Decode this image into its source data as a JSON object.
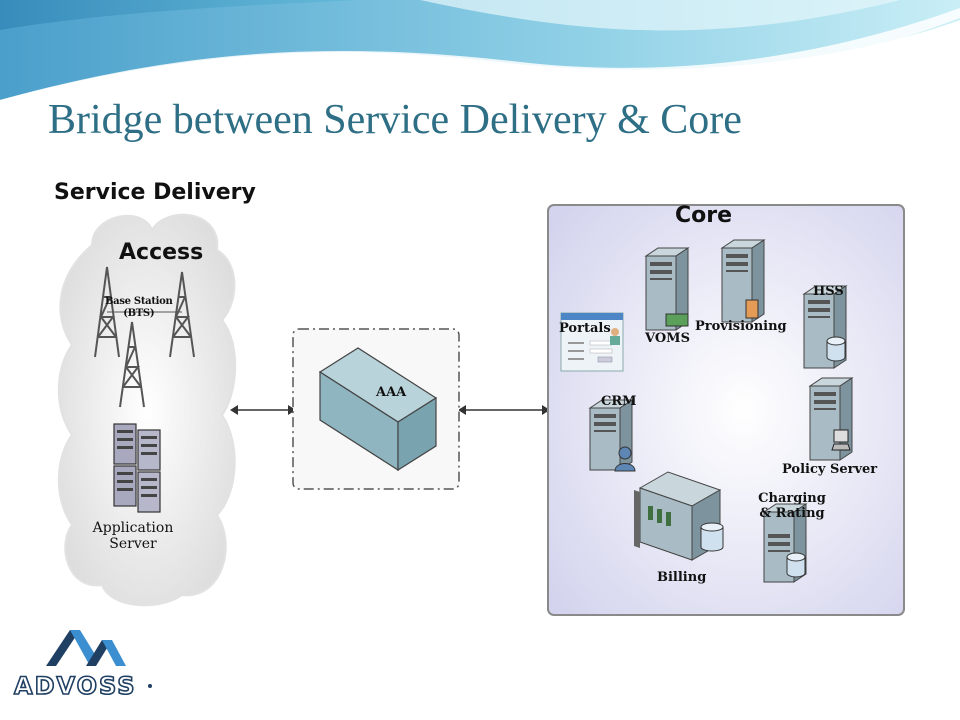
{
  "slide": {
    "title": "Bridge between Service Delivery & Core"
  },
  "service_delivery": {
    "heading": "Service Delivery",
    "access_heading": "Access",
    "base_station_label_line1": "Base Station",
    "base_station_label_line2": "(BTS)",
    "app_server_label_line1": "Application",
    "app_server_label_line2": "Server"
  },
  "aaa": {
    "label": "AAA"
  },
  "core": {
    "heading": "Core",
    "nodes": {
      "portals": "Portals",
      "voms": "VOMS",
      "provisioning": "Provisioning",
      "hss": "HSS",
      "crm": "CRM",
      "policy_server": "Policy Server",
      "charging_line1": "Charging",
      "charging_line2": "& Rating",
      "billing": "Billing"
    }
  },
  "logo": {
    "wordmark": "ADVOSS"
  },
  "colors": {
    "title": "#2e6f86",
    "core_panel_border": "#8a8a8a",
    "core_panel_fill": "#d9d9f2",
    "server_fill": "#9ab3bf",
    "aaa_fill": "#8fb5c0",
    "logo_dark": "#1f3f63",
    "logo_light": "#3b8fd0"
  },
  "icons": [
    "tower-icon",
    "server-rack-icon",
    "server-icon",
    "database-icon",
    "user-icon",
    "arrow-both-icon",
    "cube-icon"
  ]
}
